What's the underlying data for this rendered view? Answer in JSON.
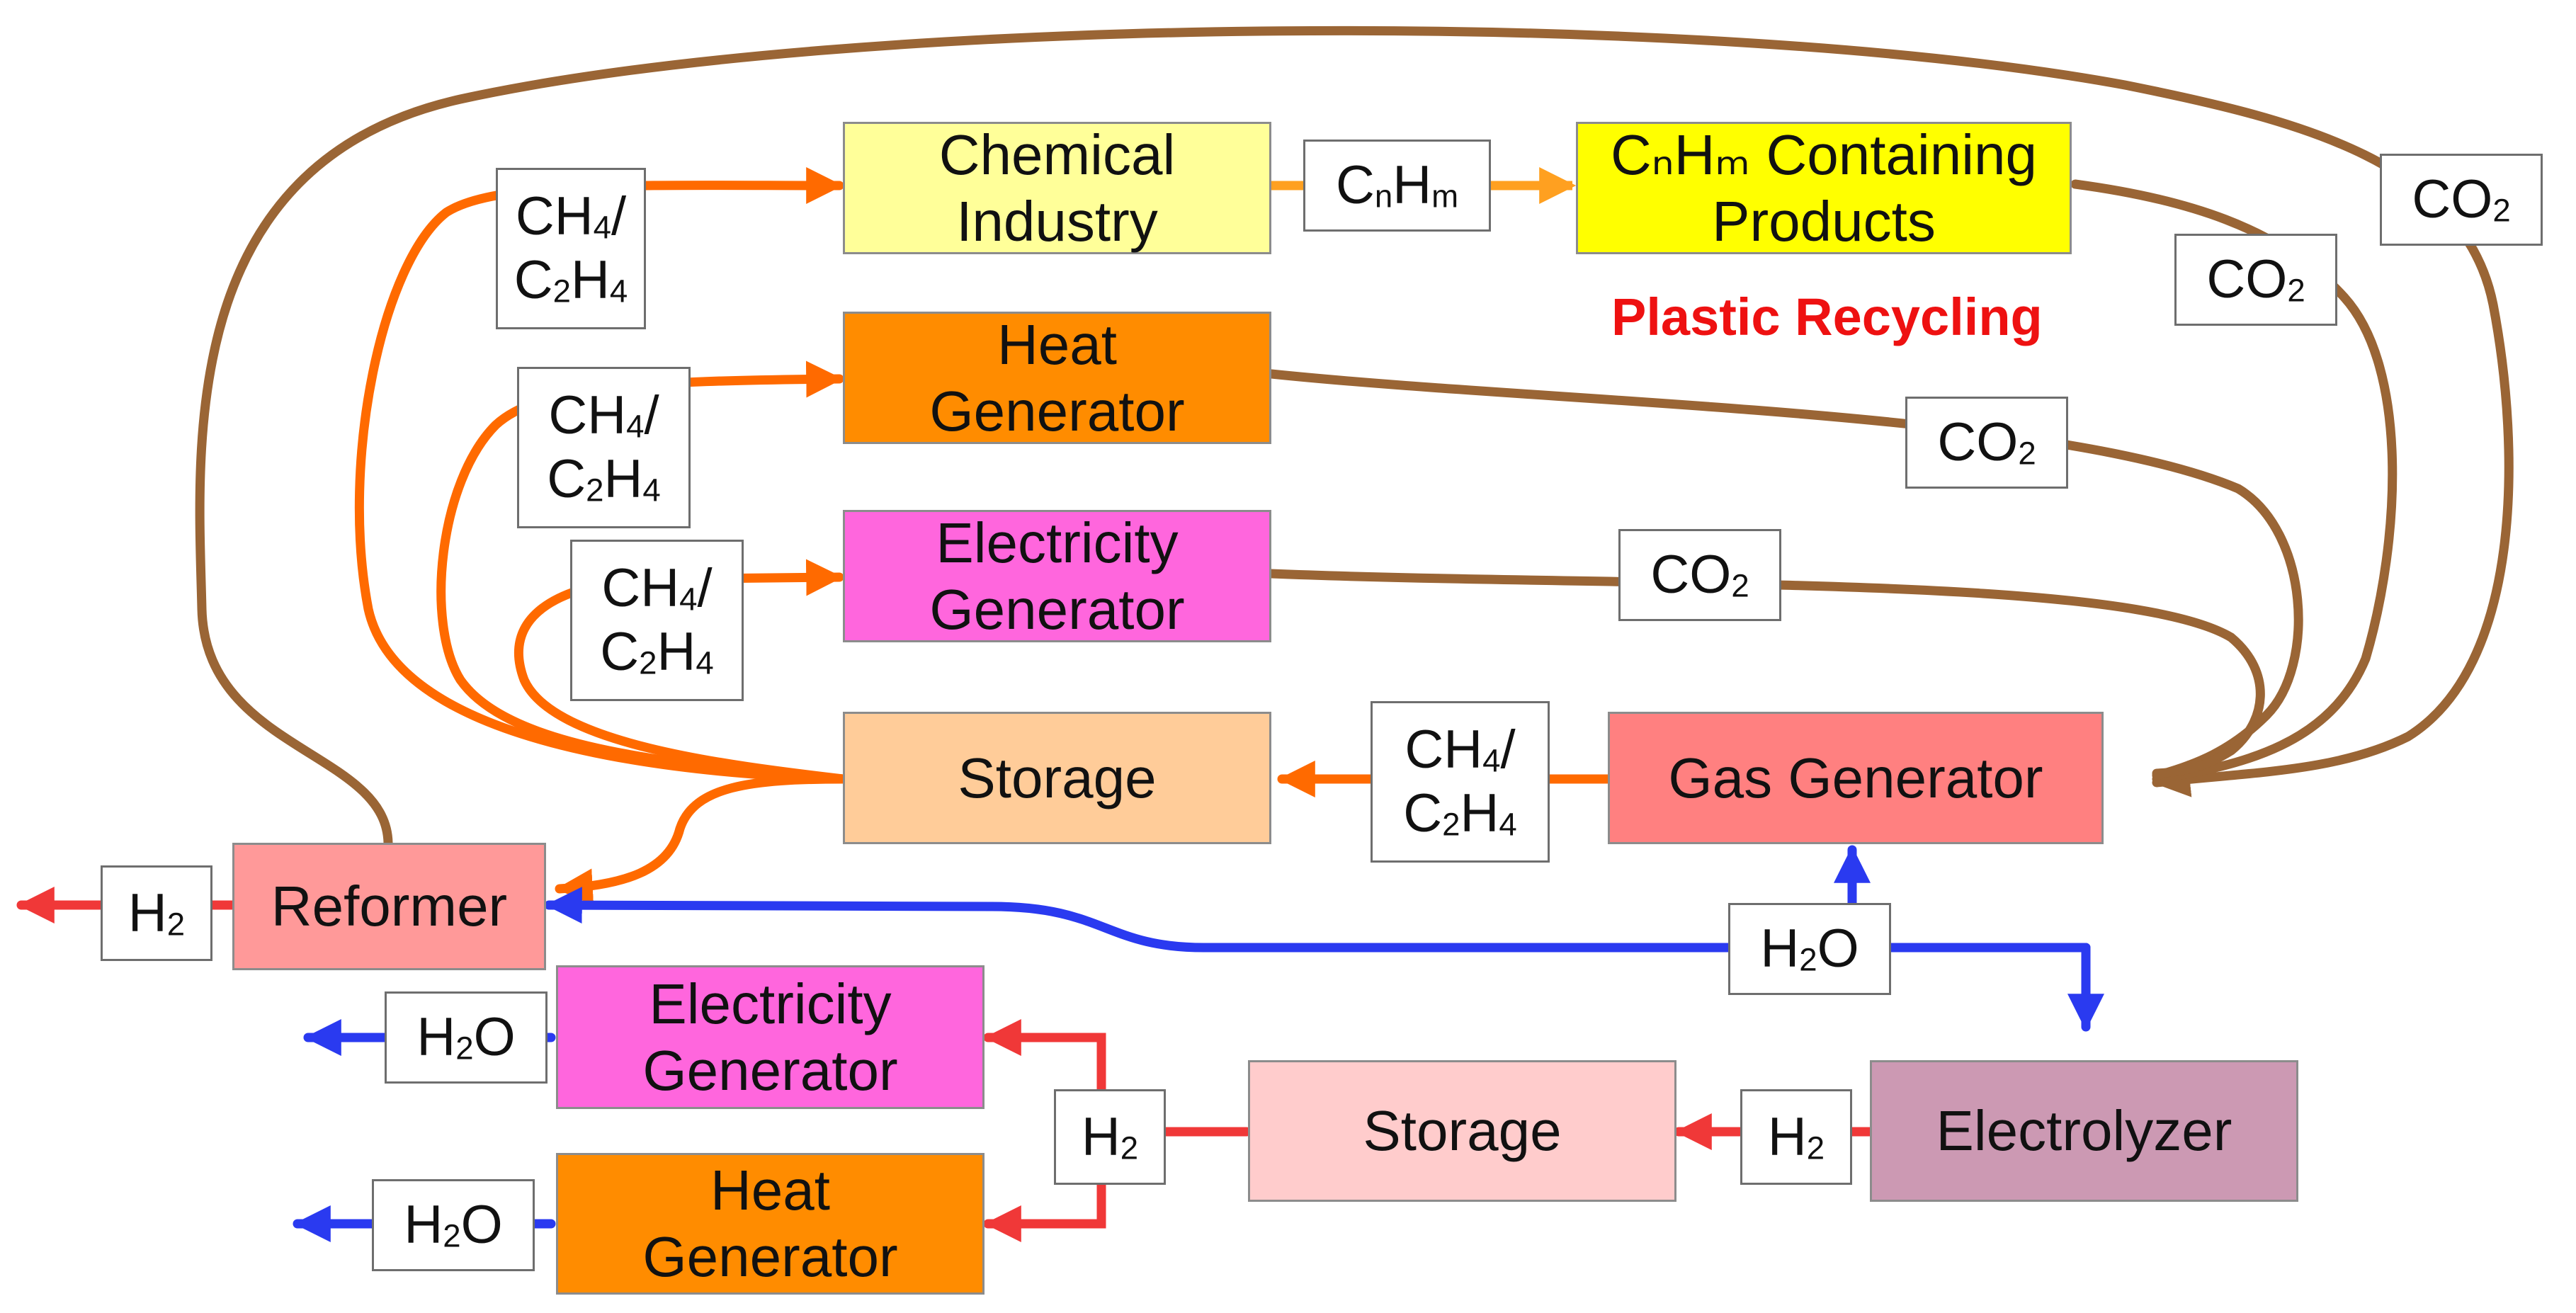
{
  "title": "Plastic Recycling",
  "colors": {
    "methane_flow": "#ff6a00",
    "hydrocarbon_flow": "#ffa020",
    "co2_flow": "#9a6535",
    "hydrogen_flow": "#f03838",
    "water_flow": "#2a3af0",
    "label_border": "#6e6e6e",
    "title": "#ee1111"
  },
  "nodes": {
    "chemical_industry": {
      "lines": [
        "Chemical",
        "Industry"
      ],
      "fill": "#ffff99"
    },
    "cnhm_products": {
      "lines": [
        "CₙHₘ Containing",
        "Products"
      ],
      "fill": "#ffff00"
    },
    "heat_generator_top": {
      "lines": [
        "Heat",
        "Generator"
      ],
      "fill": "#ff8c00"
    },
    "electricity_generator_top": {
      "lines": [
        "Electricity",
        "Generator"
      ],
      "fill": "#ff66dd"
    },
    "storage_top": {
      "lines": [
        "Storage"
      ],
      "fill": "#ffcc99"
    },
    "gas_generator": {
      "lines": [
        "Gas Generator"
      ],
      "fill": "#ff8080"
    },
    "reformer": {
      "lines": [
        "Reformer"
      ],
      "fill": "#ff9999"
    },
    "electricity_generator_bottom": {
      "lines": [
        "Electricity",
        "Generator"
      ],
      "fill": "#ff66dd"
    },
    "heat_generator_bottom": {
      "lines": [
        "Heat",
        "Generator"
      ],
      "fill": "#ff8c00"
    },
    "storage_bottom": {
      "lines": [
        "Storage"
      ],
      "fill": "#ffcccc"
    },
    "electrolyzer": {
      "lines": [
        "Electrolyzer"
      ],
      "fill": "#cc99b3"
    }
  },
  "labels": {
    "ch4_c2h4_1": {
      "lines": [
        [
          "CH",
          "4",
          "/"
        ],
        [
          "C",
          "2",
          "H",
          "4"
        ]
      ]
    },
    "ch4_c2h4_2": {
      "lines": [
        [
          "CH",
          "4",
          "/"
        ],
        [
          "C",
          "2",
          "H",
          "4"
        ]
      ]
    },
    "ch4_c2h4_3": {
      "lines": [
        [
          "CH",
          "4",
          "/"
        ],
        [
          "C",
          "2",
          "H",
          "4"
        ]
      ]
    },
    "ch4_c2h4_4": {
      "lines": [
        [
          "CH",
          "4",
          "/"
        ],
        [
          "C",
          "2",
          "H",
          "4"
        ]
      ]
    },
    "cnhm": {
      "lines": [
        [
          "C",
          "n",
          "H",
          "m"
        ]
      ]
    },
    "co2_1": {
      "lines": [
        [
          "CO",
          "2"
        ]
      ]
    },
    "co2_2": {
      "lines": [
        [
          "CO",
          "2"
        ]
      ]
    },
    "co2_3": {
      "lines": [
        [
          "CO",
          "2"
        ]
      ]
    },
    "co2_4": {
      "lines": [
        [
          "CO",
          "2"
        ]
      ]
    },
    "h2_reformer": {
      "lines": [
        [
          "H",
          "2"
        ]
      ]
    },
    "h2_storage": {
      "lines": [
        [
          "H",
          "2"
        ]
      ]
    },
    "h2_distribution": {
      "lines": [
        [
          "H",
          "2"
        ]
      ]
    },
    "h2o_main": {
      "lines": [
        [
          "H",
          "2",
          "O"
        ]
      ]
    },
    "h2o_electricity": {
      "lines": [
        [
          "H",
          "2",
          "O"
        ]
      ]
    },
    "h2o_heat": {
      "lines": [
        [
          "H",
          "2",
          "O"
        ]
      ]
    }
  }
}
